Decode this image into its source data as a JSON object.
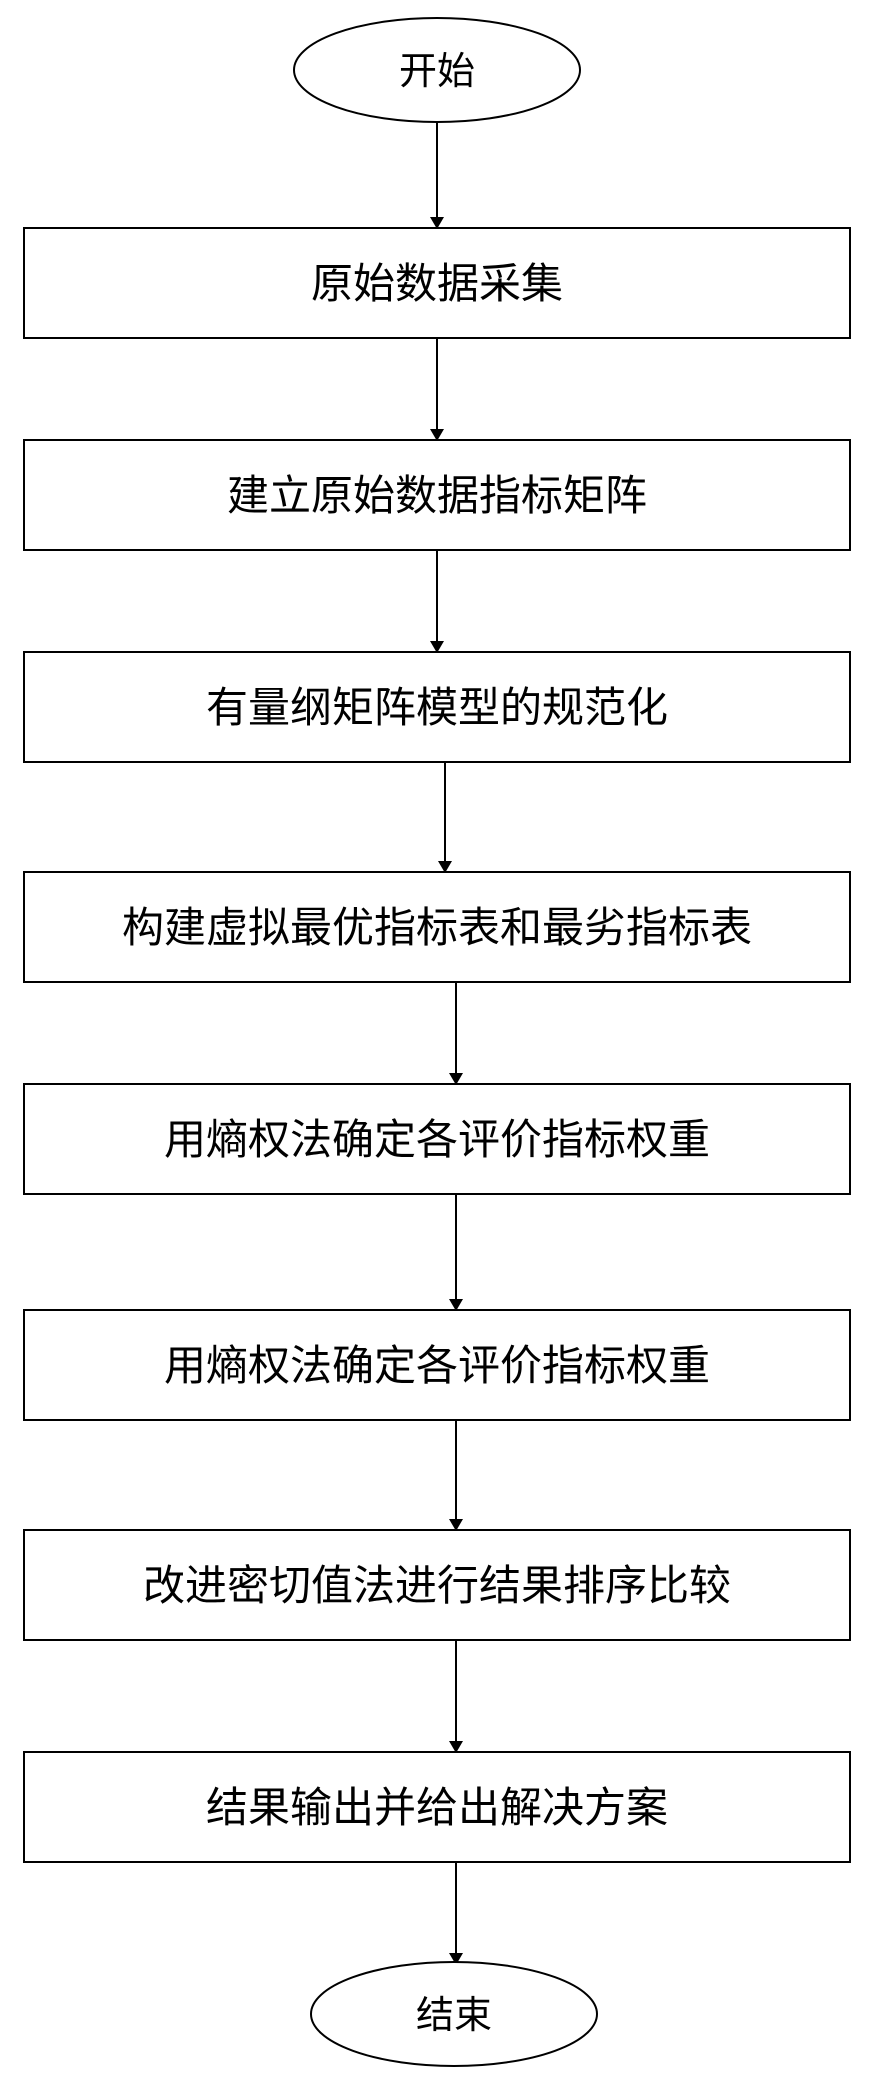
{
  "flowchart": {
    "start": {
      "label": "开始"
    },
    "steps": [
      {
        "label": "原始数据采集"
      },
      {
        "label": "建立原始数据指标矩阵"
      },
      {
        "label": "有量纲矩阵模型的规范化"
      },
      {
        "label": "构建虚拟最优指标表和最劣指标表"
      },
      {
        "label": "用熵权法确定各评价指标权重"
      },
      {
        "label": "用熵权法确定各评价指标权重"
      },
      {
        "label": "改进密切值法进行结果排序比较"
      },
      {
        "label": "结果输出并给出解决方案"
      }
    ],
    "end": {
      "label": "结束"
    }
  },
  "colors": {
    "stroke": "#000000",
    "fill": "#ffffff",
    "text": "#000000"
  }
}
